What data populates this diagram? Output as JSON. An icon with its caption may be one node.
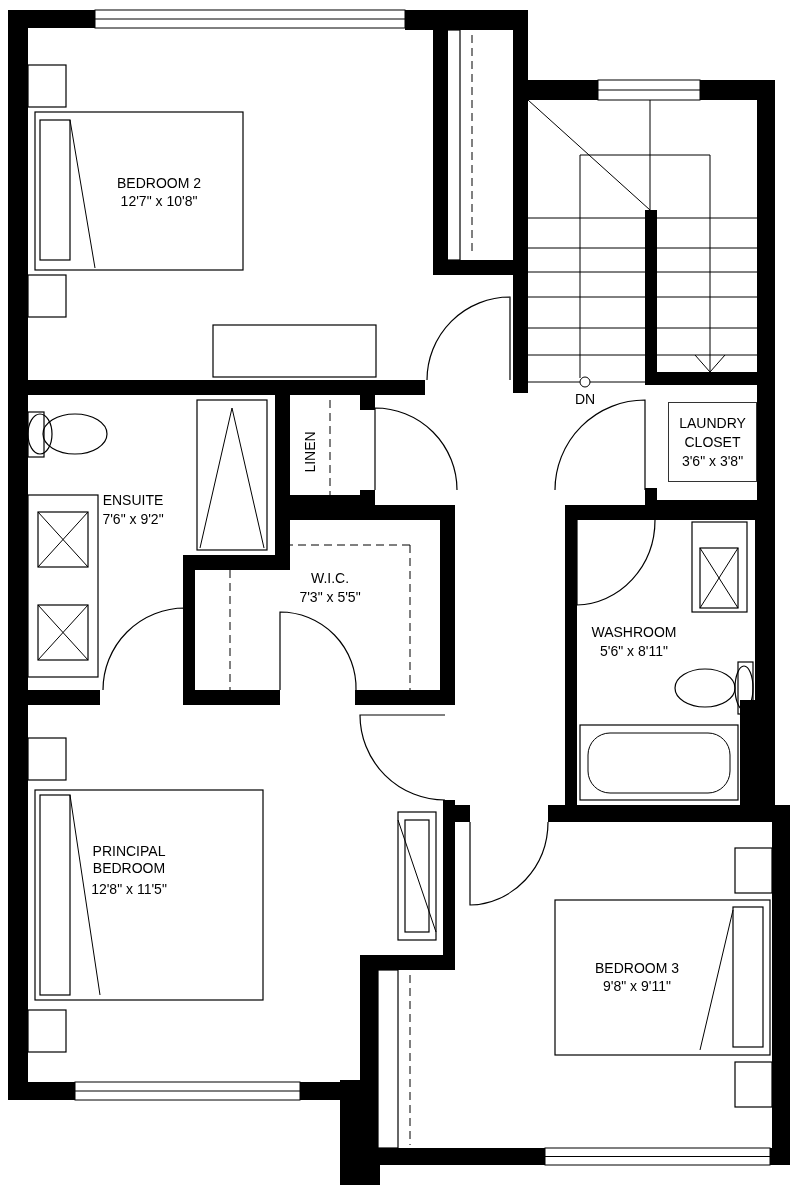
{
  "diagram": {
    "nodes": [
      {
        "text": [
          "LAUNDRY CLOSET",
          "3'6\" x 3'8\""
        ]
      }
    ],
    "labels": [
      "BEDROOM 2",
      "12'7\" x 10'8\"",
      "DN",
      "ENSUITE",
      "7'6\" x 9'2\"",
      "LINEN",
      "W.I.C.",
      "7'3\" x 5'5\"",
      "WASHROOM",
      "5'6\" x 8'11\"",
      "PRINCIPAL BEDROOM",
      "12'8\" x 11'5\"",
      "BEDROOM 3",
      "9'8\" x 9'11\""
    ]
  }
}
